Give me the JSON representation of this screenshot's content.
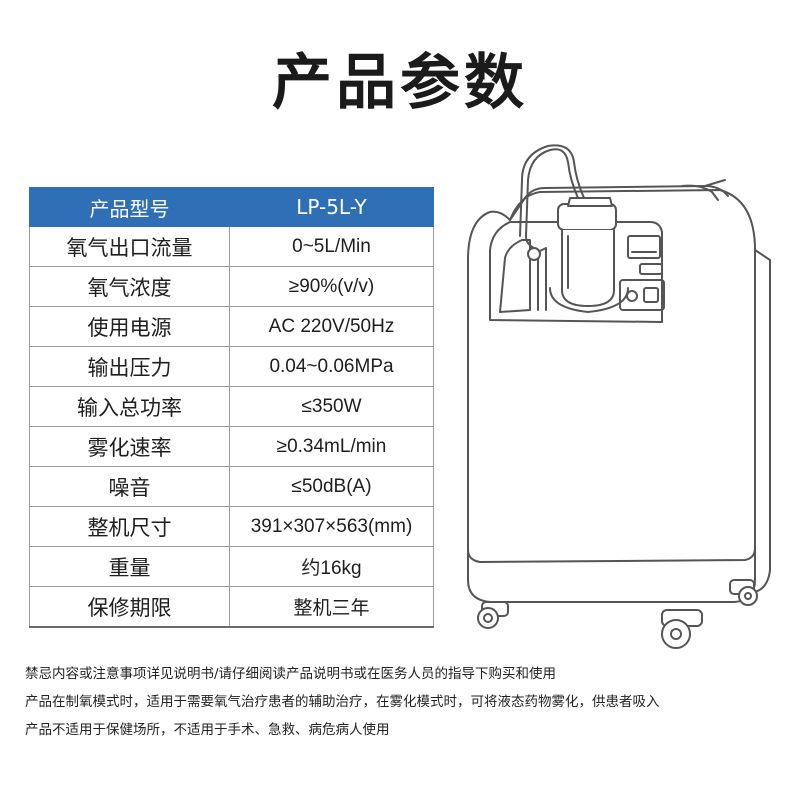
{
  "title": "产品参数",
  "table": {
    "header": {
      "label": "产品型号",
      "value": "LP-5L-Y"
    },
    "rows": [
      {
        "label": "氧气出口流量",
        "value": "0~5L/Min"
      },
      {
        "label": "氧气浓度",
        "value": "≥90%(v/v)"
      },
      {
        "label": "使用电源",
        "value": "AC 220V/50Hz"
      },
      {
        "label": "输出压力",
        "value": "0.04~0.06MPa"
      },
      {
        "label": "输入总功率",
        "value": "≤350W"
      },
      {
        "label": "雾化速率",
        "value": "≥0.34mL/min"
      },
      {
        "label": "噪音",
        "value": "≤50dB(A)"
      },
      {
        "label": "整机尺寸",
        "value": "391×307×563(mm)"
      },
      {
        "label": "重量",
        "value": "约16kg"
      },
      {
        "label": "保修期限",
        "value": "整机三年"
      }
    ]
  },
  "notes": [
    "禁忌内容或注意事项详见说明书/请仔细阅读产品说明书或在医务人员的指导下购买和使用",
    "产品在制氧模式时，适用于需要氧气治疗患者的辅助治疗，在雾化模式时，可将液态药物雾化，供患者吸入",
    "产品不适用于保健场所，不适用于手术、急救、病危病人使用"
  ],
  "colors": {
    "header_bg": "#2f6fb6",
    "header_text": "#ffffff",
    "line": "#555555"
  },
  "icons": {
    "device": "oxygen-concentrator-illustration"
  }
}
